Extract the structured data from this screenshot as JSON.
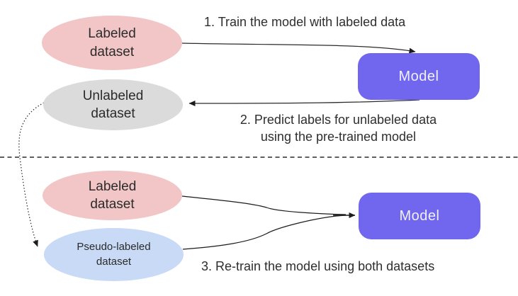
{
  "colors": {
    "labeled_dataset_fill": "#f2c6c6",
    "unlabeled_dataset_fill": "#dbdbdb",
    "pseudo_labeled_dataset_fill": "#c8daf5",
    "model_box_fill": "#7166ee",
    "model_box_text": "#f1f0fc",
    "diagram_text": "#2e2e2e",
    "arrow_stroke": "#2b2b2b"
  },
  "top_section": {
    "labeled_dataset_label": "Labeled\ndataset",
    "unlabeled_dataset_label": "Unlabeled\ndataset",
    "model_label": "Model",
    "step1_label": "1. Train the model with labeled data",
    "step2_label": "2. Predict labels for unlabeled data\nusing the pre-trained model"
  },
  "bottom_section": {
    "labeled_dataset_label": "Labeled\ndataset",
    "pseudo_labeled_dataset_label": "Pseudo-labeled\ndataset",
    "model_label": "Model",
    "step3_label": "3. Re-train the model using both datasets"
  }
}
